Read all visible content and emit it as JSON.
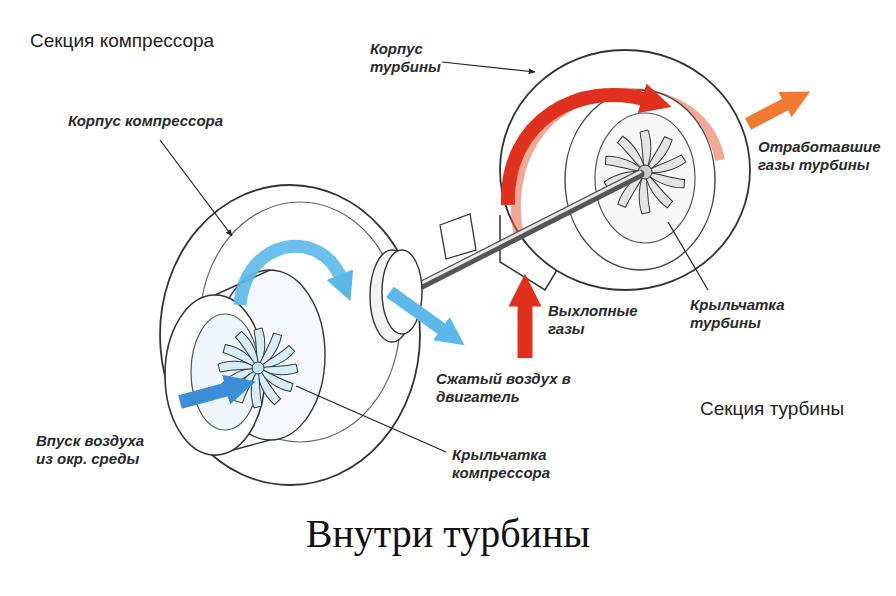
{
  "diagram": {
    "caption": "Внутри турбины",
    "labels": [
      "Секция компрессора",
      "Корпус компрессора",
      "Корпус турбины",
      "Отработавшие газы турбины",
      "Выхлопные газы",
      "Крыльчатка турбины",
      "Сжатый воздух в двигатель",
      "Крыльчатка компрессора",
      "Впуск воздуха из окр. среды",
      "Секция турбины"
    ]
  }
}
